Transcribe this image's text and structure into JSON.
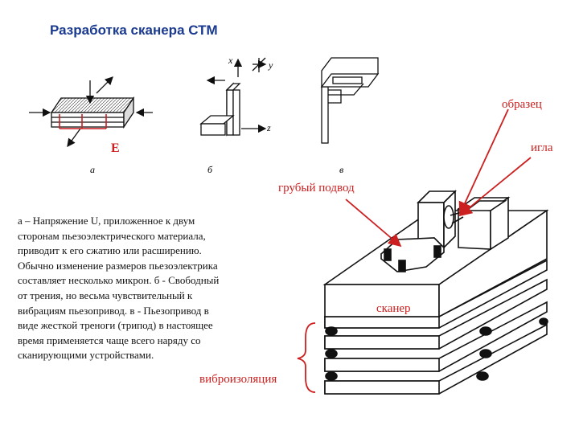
{
  "title": "Разработка сканера СТМ",
  "labels": {
    "e": "E",
    "a": "а",
    "b": "б",
    "v": "в",
    "x": "x",
    "y": "y",
    "z1": "z",
    "z2": "z",
    "sample": "образец",
    "needle": "игла",
    "coarse": "грубый подвод",
    "scanner": "сканер",
    "vibro": "виброизоляция"
  },
  "description": [
    "а – Напряжение U, приложенное к двум",
    "сторонам пьезоэлектрического материала,",
    "приводит к его сжатию или расширению.",
    "Обычно изменение размеров пьезоэлектрика",
    "составляет несколько микрон.   б - Свободный",
    "от трения, но весьма чувствительный к",
    "вибрациям пьезопривод.   в - Пьезопривод в",
    "виде жесткой треноги (трипод) в настоящее",
    "время применяется чаще всего наряду со",
    "сканирующими устройствами."
  ],
  "colors": {
    "title": "#1a3a8f",
    "accent": "#cc1f1f",
    "ink": "#111111"
  }
}
